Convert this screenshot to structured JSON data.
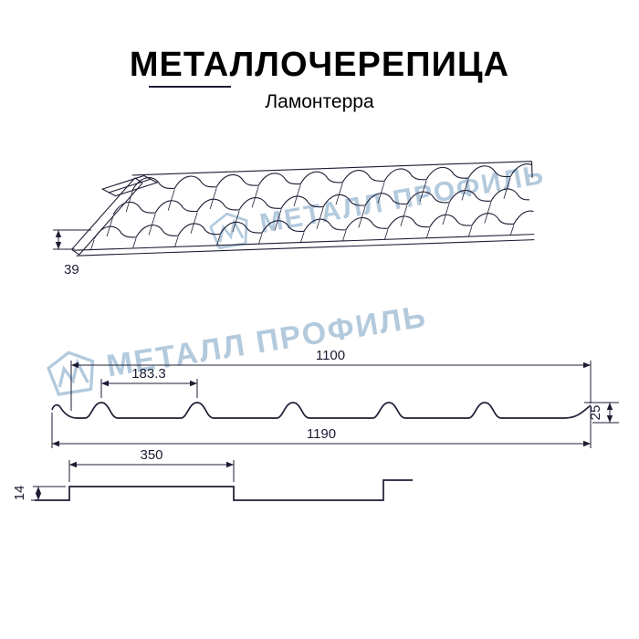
{
  "title": "МЕТАЛЛОЧЕРЕПИЦА",
  "subtitle": "Ламонтерра",
  "watermark": {
    "text": "МЕТАЛЛ ПРОФИЛЬ",
    "color": "#b3cadd"
  },
  "drawing": {
    "line_color": "#1c1c34",
    "views": {
      "perspective": "roof-tile-perspective",
      "cross_section": "tile-profile-cross-section",
      "longitudinal": "tile-step-profile"
    },
    "dimensions": {
      "eave_step_height": "39",
      "cover_width": "1100",
      "wave_pitch": "183.3",
      "profile_height": "25",
      "overall_width": "1190",
      "module_length": "350",
      "step_height": "14"
    }
  }
}
